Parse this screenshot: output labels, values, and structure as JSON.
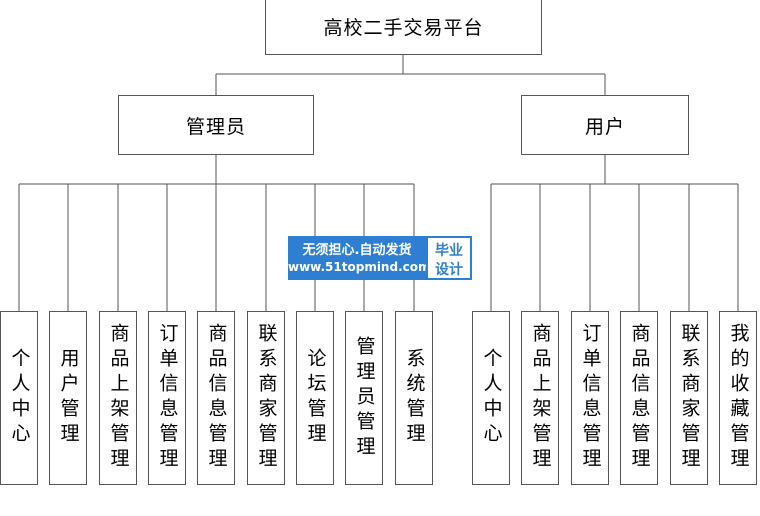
{
  "root": "高校二手交易平台",
  "admin": {
    "label": "管理员",
    "children": [
      "个人中心",
      "用户管理",
      "商品上架管理",
      "订单信息管理",
      "商品信息管理",
      "联系商家管理",
      "论坛管理",
      "管理员管理",
      "系统管理"
    ]
  },
  "user": {
    "label": "用户",
    "children": [
      "个人中心",
      "商品上架管理",
      "订单信息管理",
      "商品信息管理",
      "联系商家管理",
      "我的收藏管理"
    ]
  },
  "watermark": {
    "line1": "无须担心.自动发货",
    "line2": "www.51topmind.com",
    "badge_line1": "毕业",
    "badge_line2": "设计"
  },
  "colors": {
    "border": "#555555",
    "watermark_blue": "#2e7fd1"
  }
}
